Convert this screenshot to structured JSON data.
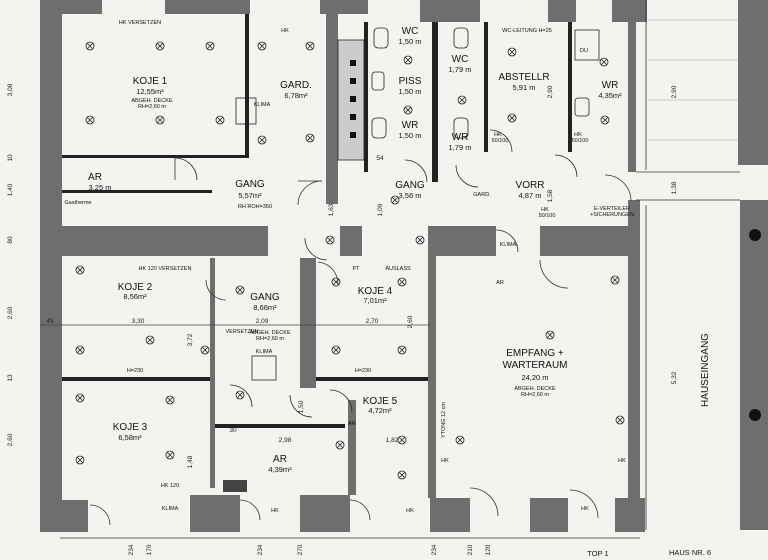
{
  "rooms": [
    {
      "name": "KOJE 1",
      "area": "12,55m²"
    },
    {
      "name": "GARD.",
      "area": "6,78m²"
    },
    {
      "name": "WC",
      "area": "1,50 m"
    },
    {
      "name": "PISS",
      "area": "1,50 m"
    },
    {
      "name": "WR",
      "area": "1,50 m"
    },
    {
      "name": "WC",
      "area": "1,79 m"
    },
    {
      "name": "WR",
      "area": "1,79 m"
    },
    {
      "name": "ABSTELLR",
      "area": "5,91 m"
    },
    {
      "name": "WR",
      "area": "4,35m²"
    },
    {
      "name": "AR",
      "area": "3,25 m"
    },
    {
      "name": "GANG",
      "area": "5,57m²"
    },
    {
      "name": "GANG",
      "area": "3,56 m"
    },
    {
      "name": "VORR",
      "area": "4,87 m"
    },
    {
      "name": "KOJE 2",
      "area": "8,56m²"
    },
    {
      "name": "GANG",
      "area": "8,66m²"
    },
    {
      "name": "KOJE 4",
      "area": "7,01m²"
    },
    {
      "name": "KOJE 5",
      "area": "4,72m²"
    },
    {
      "name": "KOJE 3",
      "area": "6,58m²"
    },
    {
      "name": "AR",
      "area": "4,39m²"
    },
    {
      "name": "EMPFANG +",
      "area": "24,20 m"
    }
  ],
  "notes": {
    "hk_versetzen": "HK VERSETZEN",
    "hk_top": "HK",
    "wc_leitung": "WC-LEITUNG H=25",
    "du": "DU",
    "abgeh_decke_1": "ABGEH. DECKE",
    "rh_1": "RH=2,60 m",
    "klima_1": "KLIMA",
    "rh_roh": "RH ROH=350",
    "gastherme": "Gastherme",
    "hk_120_versetzen": "HK 120 VERSETZEN",
    "versetzen": "VERSETZEN",
    "abgeh_decke_2": "ABGEH. DECKE",
    "rh_2": "RH=2,60 m",
    "klima_2": "KLIMA",
    "h230_left": "H=230",
    "h230_mid": "H=230",
    "hk_120": "HK 120",
    "klima_bottom": "KLIMA",
    "hk_bottom_1": "HK",
    "hk_bottom_2": "HK",
    "hk_bottom_3": "HK",
    "hk_right": "HK",
    "hk_right_2": "HK",
    "ytong": "YTONG 12 cm",
    "warteraum": "WARTERAUM",
    "abgeh_decke_3": "ABGEH. DECKE",
    "rh_3": "RH=2,60 m",
    "garderobe": "GARD.",
    "klima_3": "KLIMA",
    "e_verteiler": "E-VERTEILER",
    "sicherungen": "+SICHERUNGEN",
    "hk_50_100_a": "HK",
    "hk_50_100_b": "50/100",
    "hk_50_100_c": "HK",
    "hk_50_100_d": "50/100",
    "hk_50_100_e": "HK",
    "hk_50_100_f": "50/100",
    "hauseingang": "HAUSEINGANG",
    "haus_nr": "HAUS NR. 6",
    "top": "TOP 1",
    "auslass": "AUSLASS",
    "pt": "PT",
    "ar_1": "AR",
    "ar_2": "AR"
  },
  "dims_bottom": [
    "234",
    "170",
    "234",
    "270",
    "234",
    "210",
    "120"
  ],
  "dims_left": [
    "3,08",
    "10",
    "1,40",
    "80",
    "2,60",
    "45",
    "13",
    "2,60"
  ],
  "dims_right": [
    "2,90",
    "1,38",
    "5,32"
  ],
  "dims_inner": {
    "koje2_w": "3,30",
    "gang_w": "2,09",
    "koje4_w": "2,70",
    "koje4_h": "2,60",
    "gang_v": "3,72",
    "ar_w": "2,98",
    "koje5_w": "1,82",
    "koje3_h": "1,48",
    "gang_v2": "1,63",
    "gang_v3": "1,09",
    "vorr_v": "1,58",
    "abst_v": "2,90",
    "koje5_h": "1,50",
    "d30": "30",
    "d54": "54"
  }
}
